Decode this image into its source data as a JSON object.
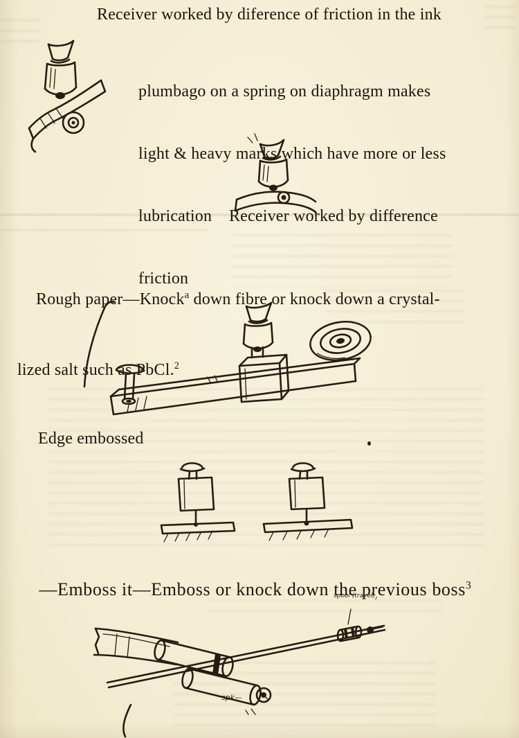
{
  "page": {
    "bg": "#f5efd7",
    "ink": "#241d12"
  },
  "texts": {
    "line1": "Receiver worked by diference of friction in the ink",
    "para1_lines": [
      "plumbago on a spring on diaphragm makes",
      "light & heavy marks which have more or less",
      "lubrication    Receiver worked by difference",
      "friction"
    ],
    "rough": {
      "l1_pre": "Rough paper—Knock",
      "l1_sup": "a",
      "l1_post": " down fibre or knock down a crystal-",
      "l2_pre": "lized salt such as PbCl.",
      "l2_sup": "2"
    },
    "edge_embossed": "Edge embossed",
    "emboss": {
      "pre": "—Emboss it—Emboss or knock down the previous boss",
      "sup": "3"
    },
    "annotations": {
      "spool": "spool (travel)",
      "spool_sub": "2",
      "spk": "spk—"
    }
  },
  "figures": {
    "fig1_alt": "hand sketch: funnel stylus on cylinder pressing inked tape with roller",
    "fig2_alt": "hand sketch: funnel stylus resting on curved band",
    "fig3_alt": "hand sketch: long arm with stylus block, pin tack and paper roll",
    "fig4_alt": "hand sketch: two embossing styluses with pins on base plates",
    "fig5_alt": "hand sketch: tape feed through spools with wire to small spool"
  }
}
